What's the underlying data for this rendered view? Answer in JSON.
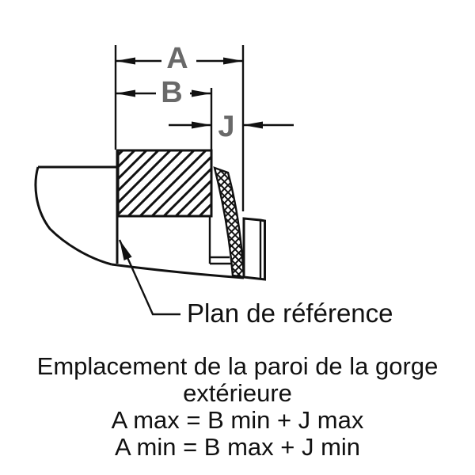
{
  "diagram": {
    "dim_a": "A",
    "dim_b": "B",
    "dim_j": "J",
    "leader_label": "Plan de référence"
  },
  "caption": {
    "line1": "Emplacement de la paroi de la gorge",
    "line2": "extérieure",
    "formula1": "A max = B min + J max",
    "formula2": "A min = B max + J min"
  },
  "colors": {
    "line": "#111111",
    "dim_label": "#696969",
    "background": "#ffffff"
  }
}
